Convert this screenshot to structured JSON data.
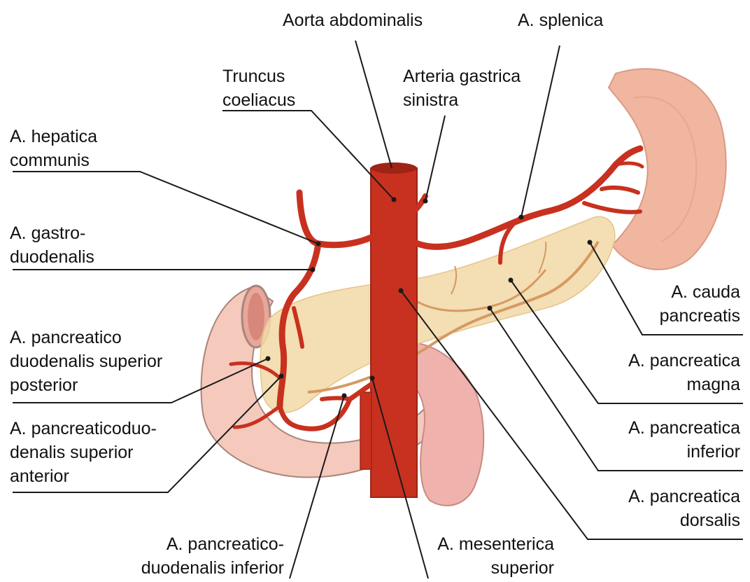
{
  "labels": {
    "aorta_abdominalis": [
      "Aorta abdominalis"
    ],
    "a_splenica": [
      "A. splenica"
    ],
    "truncus_coeliacus": [
      "Truncus",
      "coeliacus"
    ],
    "arteria_gastrica_sinistra": [
      "Arteria gastrica",
      "sinistra"
    ],
    "a_hepatica_communis": [
      "A. hepatica",
      "communis"
    ],
    "a_gastroduodenalis": [
      "A. gastro-",
      "duodenalis"
    ],
    "a_pancreaticoduodenalis_superior_posterior": [
      "A. pancreatico",
      "duodenalis superior",
      "posterior"
    ],
    "a_pancreaticoduodenalis_superior_anterior": [
      "A. pancreaticoduo-",
      "denalis superior",
      "anterior"
    ],
    "a_pancreaticoduodenalis_inferior": [
      "A. pancreatico-",
      "duodenalis inferior"
    ],
    "a_mesenterica_superior": [
      "A. mesenterica",
      "superior"
    ],
    "a_cauda_pancreatis": [
      "A. cauda",
      "pancreatis"
    ],
    "a_pancreatica_magna": [
      "A. pancreatica",
      "magna"
    ],
    "a_pancreatica_inferior": [
      "A. pancreatica",
      "inferior"
    ],
    "a_pancreatica_dorsalis": [
      "A. pancreatica",
      "dorsalis"
    ]
  },
  "colors": {
    "artery": "#c8311f",
    "artery_dark": "#9e2415",
    "pancreas": "#f2d9a8",
    "pancreas_vessel": "#d59a62",
    "duodenum": "#f6c9bd",
    "duodenum_edge": "#a8857c",
    "spleen": "#f1b6a0",
    "jejunum": "#efb2ad",
    "leader": "#1a1a1a",
    "text": "#111111"
  }
}
